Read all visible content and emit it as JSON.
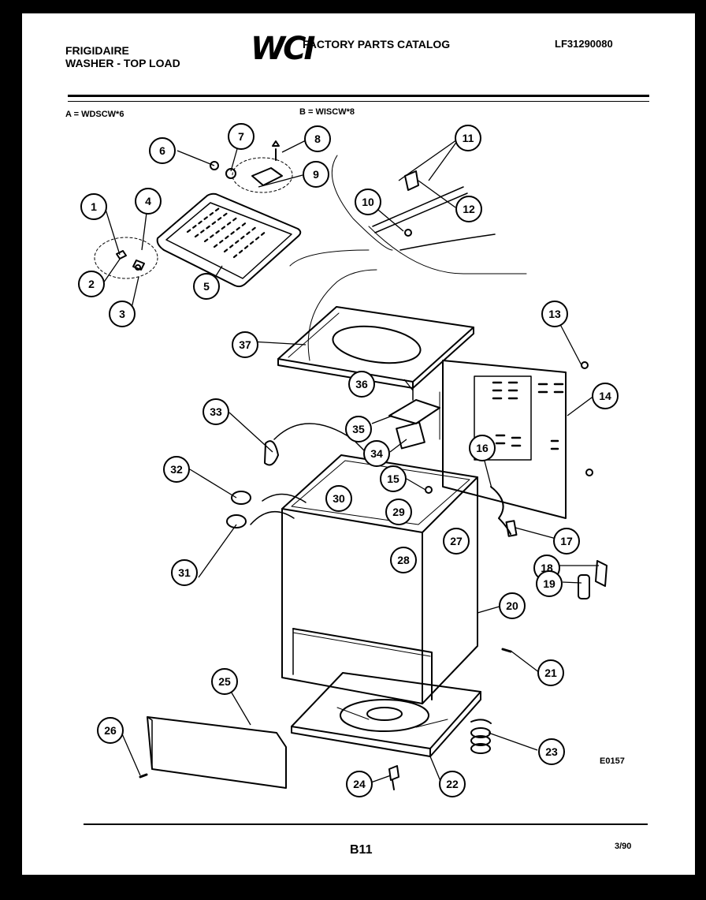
{
  "header": {
    "brand": "FRIGIDAIRE",
    "subtitle": "WASHER - TOP LOAD",
    "logo": "WCI",
    "catalog_title": "FACTORY PARTS CATALOG",
    "part_number": "LF31290080"
  },
  "models": {
    "a": "A = WDSCW*6",
    "b": "B = WISCW*8"
  },
  "diagram_code": "E0157",
  "footer": {
    "page": "B11",
    "date": "3/90"
  },
  "callouts": [
    "1",
    "2",
    "3",
    "4",
    "5",
    "6",
    "7",
    "8",
    "9",
    "10",
    "11",
    "12",
    "13",
    "14",
    "15",
    "16",
    "17",
    "18",
    "19",
    "20",
    "21",
    "22",
    "23",
    "24",
    "25",
    "26",
    "27",
    "28",
    "29",
    "30",
    "31",
    "32",
    "33",
    "34",
    "35",
    "36",
    "37"
  ]
}
